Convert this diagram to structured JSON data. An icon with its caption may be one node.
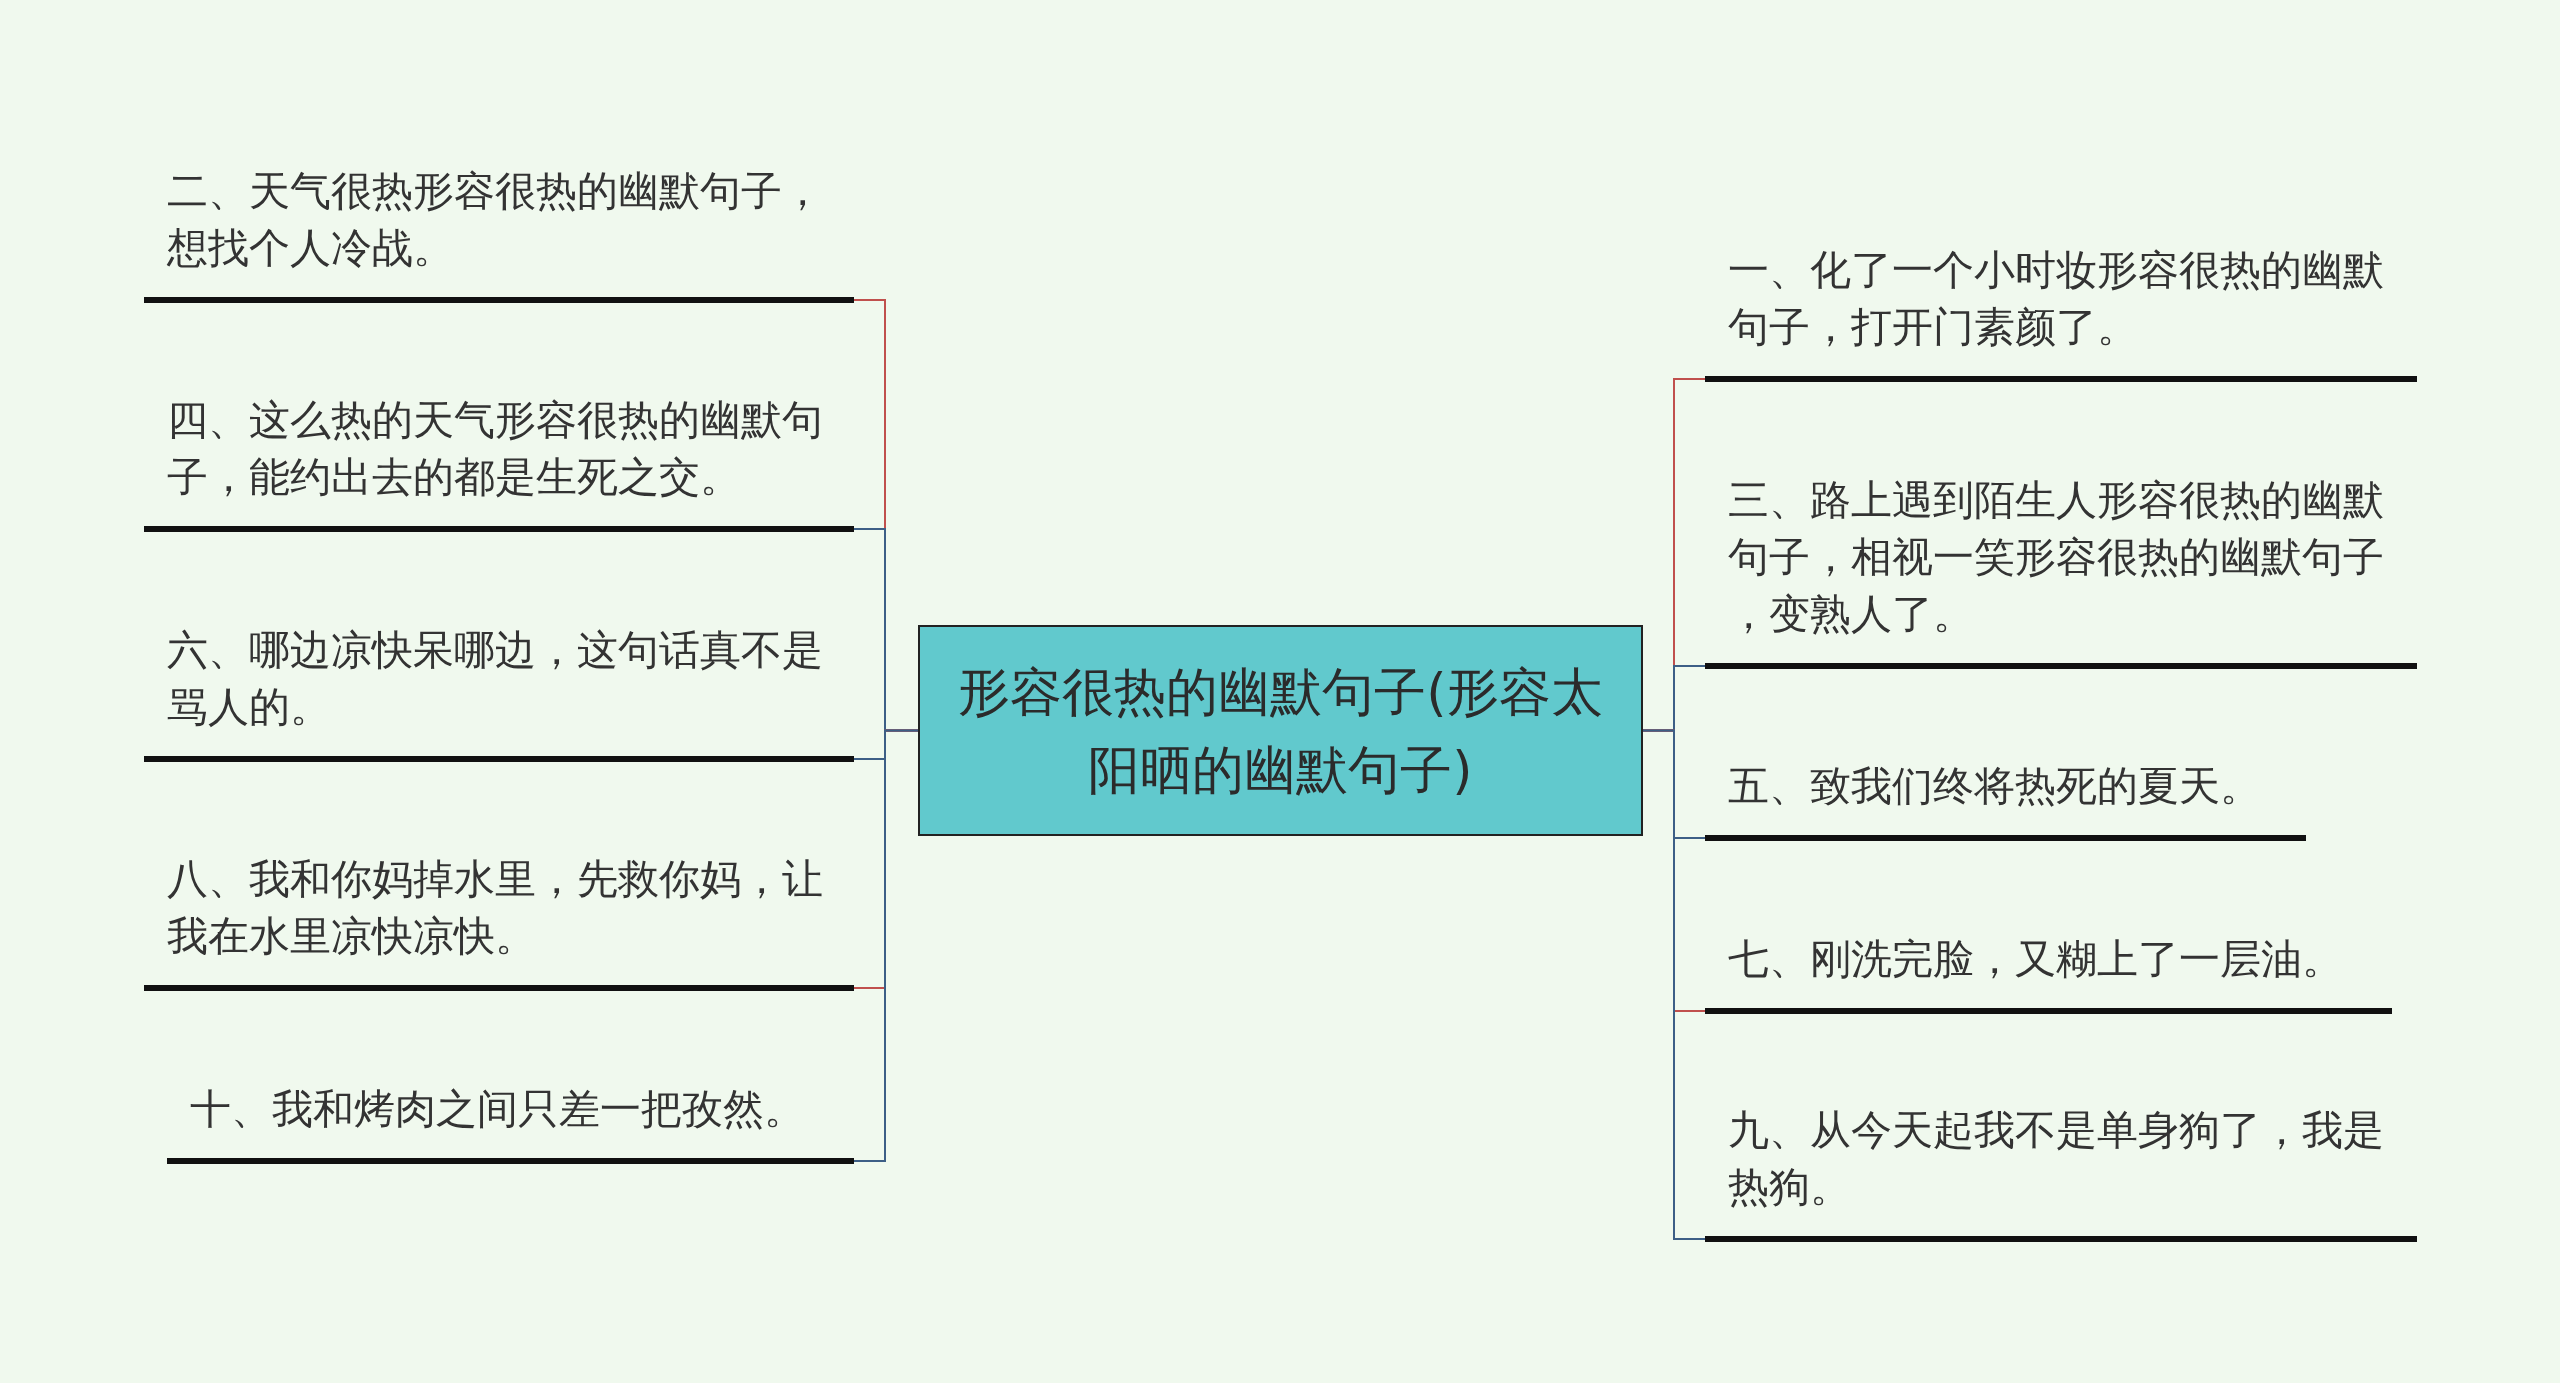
{
  "diagram": {
    "nodes": [
      {
        "text": [
          "形容很热的幽默句子(形容太阳晒的幽默句子)"
        ]
      },
      {
        "text": [
          "一、化了一个小时妆形容很热的幽默句子，打开门素颜了。"
        ]
      },
      {
        "text": [
          "二、天气很热形容很热的幽默句子，想找个人冷战。"
        ]
      },
      {
        "text": [
          "三、路上遇到陌生人形容很热的幽默句子，相视一笑形容很热的幽默句子，变熟人了。"
        ]
      },
      {
        "text": [
          "四、这么热的天气形容很热的幽默句子，能约出去的都是生死之交。"
        ]
      },
      {
        "text": [
          "五、致我们终将热死的夏天。"
        ]
      },
      {
        "text": [
          "六、哪边凉快呆哪边，这句话真不是骂人的。"
        ]
      },
      {
        "text": [
          "七、刚洗完脸，又糊上了一层油。"
        ]
      },
      {
        "text": [
          "八、我和你妈掉水里，先救你妈，让我在水里凉快凉快。"
        ]
      },
      {
        "text": [
          "九、从今天起我不是单身狗了，我是热狗。"
        ]
      },
      {
        "text": [
          "十、我和烤肉之间只差一把孜然。"
        ]
      }
    ],
    "edges": [
      {
        "from": 0,
        "to": 1,
        "arrow": "none",
        "color": "#c0504d"
      },
      {
        "from": 0,
        "to": 2,
        "arrow": "none",
        "color": "#c0504d"
      },
      {
        "from": 0,
        "to": 3,
        "arrow": "none"
      },
      {
        "from": 0,
        "to": 4,
        "arrow": "none"
      },
      {
        "from": 0,
        "to": 5,
        "arrow": "none"
      },
      {
        "from": 0,
        "to": 6,
        "arrow": "none"
      },
      {
        "from": 0,
        "to": 7,
        "arrow": "none",
        "color": "#c0504d"
      },
      {
        "from": 0,
        "to": 8,
        "arrow": "none",
        "color": "#c0504d"
      },
      {
        "from": 0,
        "to": 9,
        "arrow": "none"
      },
      {
        "from": 0,
        "to": 10,
        "arrow": "none"
      }
    ]
  }
}
